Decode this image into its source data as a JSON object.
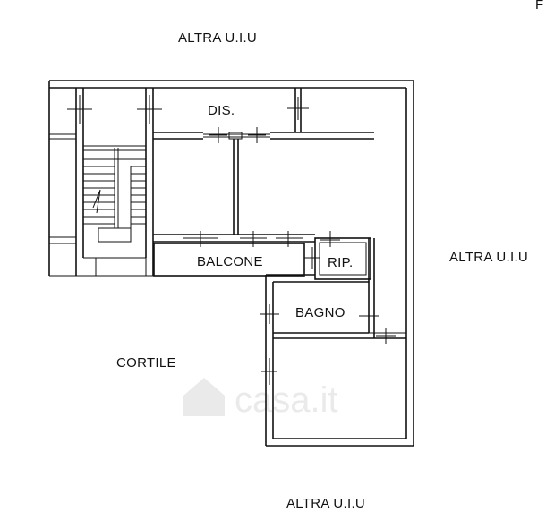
{
  "plan": {
    "corner_letter": "F",
    "labels": {
      "altra_top": "ALTRA U.I.U",
      "altra_right": "ALTRA U.I.U",
      "altra_bottom": "ALTRA U.I.U",
      "dis": "DIS.",
      "balcone": "BALCONE",
      "rip": "RIP.",
      "bagno": "BAGNO",
      "cortile": "CORTILE"
    },
    "watermark": "casa.it"
  }
}
